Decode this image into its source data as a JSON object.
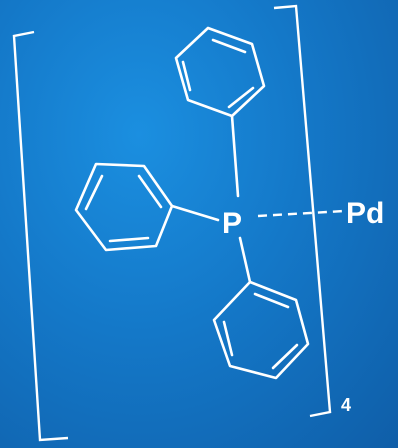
{
  "molecule": {
    "phosphorus_label": "P",
    "palladium_label": "Pd",
    "subscript": "4"
  },
  "colors": {
    "background_top": "#1b8fe0",
    "background_bottom": "#0f5ea8",
    "foreground": "#ffffff"
  }
}
